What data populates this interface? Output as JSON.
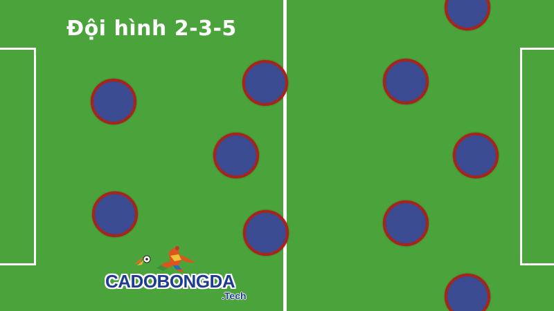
{
  "title": "Đội hình 2-3-5",
  "brand": {
    "name": "CADOBONGDA",
    "tld": ".Tech"
  },
  "colors": {
    "pitch": "#4ba43b",
    "lines": "#ffffff",
    "player_fill": "#3b4b92",
    "player_outline": "#a8231c",
    "brand_text": "#1f3c8f"
  },
  "players_count": 10
}
